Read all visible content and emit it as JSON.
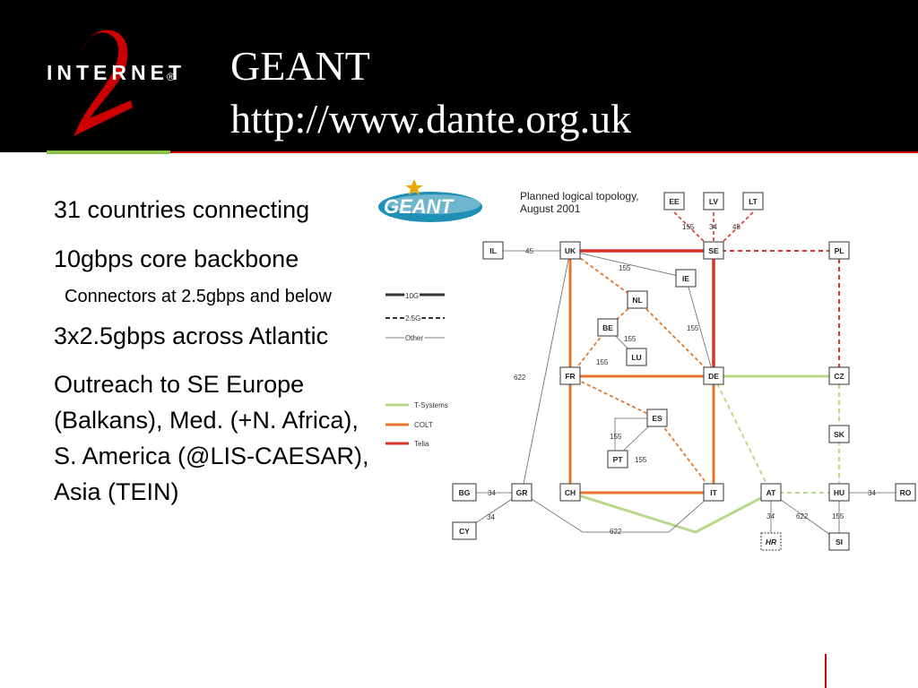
{
  "slide": {
    "title_line1": "GEANT",
    "title_line2": "http://www.dante.org.uk",
    "logo_text": "INTERNET",
    "logo_numeral": "2",
    "bullets": [
      "31 countries connecting",
      "10gbps core backbone",
      "Connectors at 2.5gbps and below",
      "3x2.5gbps across Atlantic",
      "Outreach to SE Europe (Balkans), Med. (+N. Africa), S. America (@LIS-CAESAR), Asia (TEIN)"
    ],
    "sub_bullet_marker": "•"
  },
  "colors": {
    "header_bg": "#000000",
    "accent_red": "#cc0000",
    "accent_green": "#8bc34a",
    "teal": "#1f8fb4",
    "telia": "#d9342b",
    "colt": "#e6762a",
    "tsystems": "#b8d88b"
  },
  "map": {
    "logo_text": "GEANT",
    "caption_line1": "Planned logical topology,",
    "caption_line2": "August 2001",
    "legend": {
      "bw_10g": "10G",
      "bw_25g": "2.5G",
      "bw_other": "Other",
      "tsystems": "T-Systems",
      "colt": "COLT",
      "telia": "Telia"
    },
    "nodes": {
      "EE": "EE",
      "LV": "LV",
      "LT": "LT",
      "IL": "IL",
      "UK": "UK",
      "SE": "SE",
      "PL": "PL",
      "IE": "IE",
      "NL": "NL",
      "BE": "BE",
      "LU": "LU",
      "FR": "FR",
      "DE": "DE",
      "CZ": "CZ",
      "ES": "ES",
      "PT": "PT",
      "SK": "SK",
      "BG": "BG",
      "GR": "GR",
      "CH": "CH",
      "IT": "IT",
      "AT": "AT",
      "HU": "HU",
      "RO": "RO",
      "CY": "CY",
      "HR": "HR",
      "SI": "SI"
    },
    "link_labels": {
      "EE": "155",
      "LV": "34",
      "LT": "45",
      "IL": "45",
      "UK_IE": "155",
      "IE_DE": "155",
      "BE_LU": "155",
      "LU_FR": "155",
      "GR_UK": "622",
      "ES_PT": "155",
      "PT_ES": "155",
      "BG": "34",
      "CY": "34",
      "GR_IT": "622",
      "AT_HR": "34",
      "AT_SI": "622",
      "HU_SI": "155",
      "HU_RO": "34"
    }
  }
}
